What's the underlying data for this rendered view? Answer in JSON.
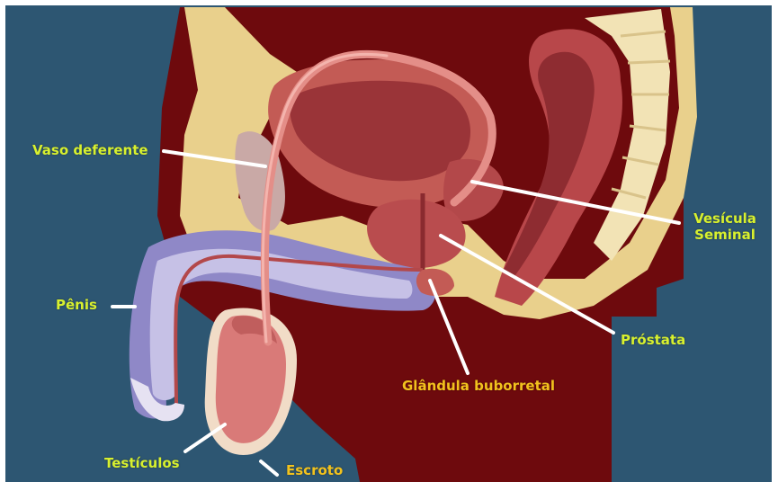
{
  "labels": {
    "vaso_deferente": "Vaso deferente",
    "vesicula_line1": "Vesícula",
    "vesicula_line2": "Seminal",
    "penis": "Pênis",
    "prostata": "Próstata",
    "glandula": "Glândula buborretal",
    "testiculos": "Testículos",
    "escroto": "Escroto"
  },
  "colors": {
    "background": "#2d5672",
    "body_dark": "#6e0a0d",
    "fat_yellow": "#e9d08c",
    "bladder": "#c35b55",
    "label_yellow_green": "#d8f02e",
    "label_orange": "#f2c21d",
    "leader_line": "#ffffff"
  }
}
